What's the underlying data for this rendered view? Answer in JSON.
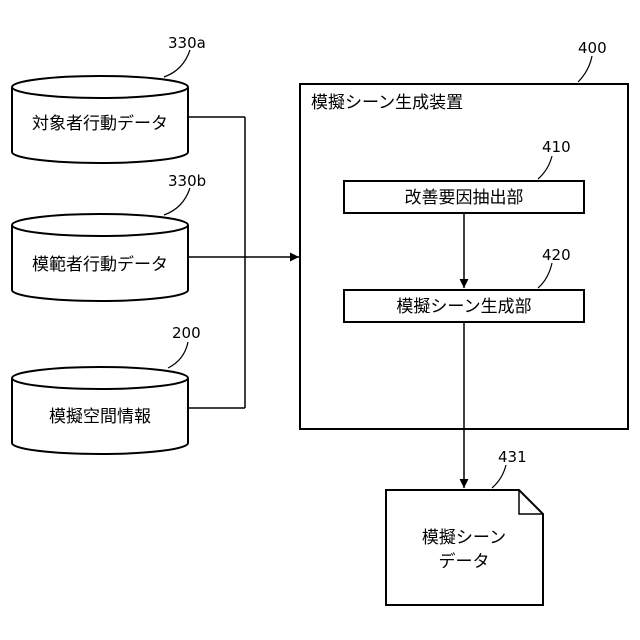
{
  "databases": [
    {
      "label": "対象者行動データ",
      "ref": "330a"
    },
    {
      "label": "模範者行動データ",
      "ref": "330b"
    },
    {
      "label": "模擬空間情報",
      "ref": "200"
    }
  ],
  "device": {
    "title": "模擬シーン生成装置",
    "ref": "400",
    "units": [
      {
        "label": "改善要因抽出部",
        "ref": "410"
      },
      {
        "label": "模擬シーン生成部",
        "ref": "420"
      }
    ]
  },
  "output": {
    "label_line1": "模擬シーン",
    "label_line2": "データ",
    "ref": "431"
  }
}
